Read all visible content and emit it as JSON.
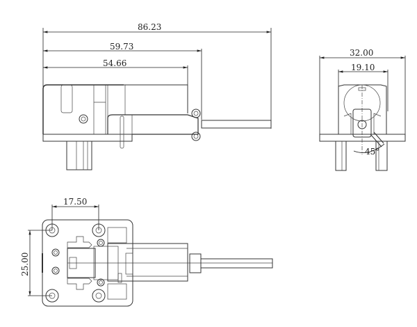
{
  "side_view": {
    "dimensions": {
      "overall_length": "86.23",
      "mid_length": "59.73",
      "body_length": "54.66"
    }
  },
  "front_view": {
    "dimensions": {
      "overall_width": "32.00",
      "inner_width": "19.10",
      "angle": "45°"
    }
  },
  "top_view": {
    "dimensions": {
      "hole_spacing_x": "17.50",
      "hole_spacing_y": "25.00"
    }
  },
  "colors": {
    "line": "#333333",
    "background": "#ffffff"
  }
}
